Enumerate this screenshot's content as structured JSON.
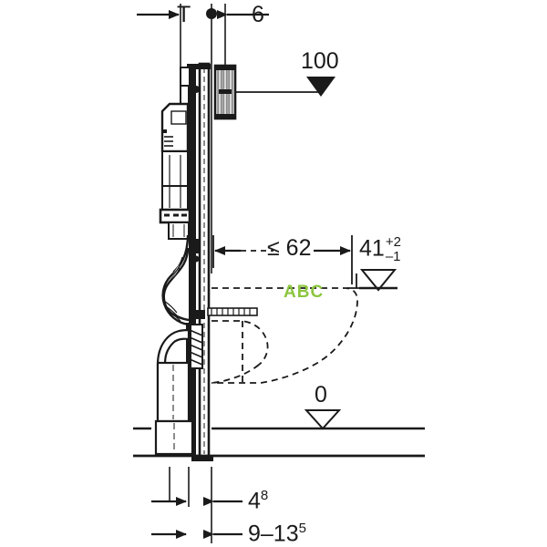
{
  "drawing": {
    "title": "Geberit Duofix WC frame element installation dimension drawing",
    "type": "technical-dimension-drawing",
    "units": "cm",
    "line_color": "#1a1a1a",
    "accent_color": "#8cc63f",
    "background": "#ffffff"
  },
  "dimensions": {
    "top_left_label": "T",
    "top_right_label": "6",
    "actuator_height_label": "100",
    "projection_label": "≤ 62",
    "seat_height_value": "41",
    "seat_height_tol_plus": "+2",
    "seat_height_tol_minus": "–1",
    "floor_datum_label": "0",
    "bottom_offset_value": "4",
    "bottom_offset_sup": "8",
    "waste_offset_value": "9–13",
    "waste_offset_sup": "5"
  },
  "annotations": {
    "bowl_marking": "ABC"
  },
  "symbols": {
    "level_filled": "filled-triangle-datum",
    "level_outline": "outline-triangle-datum",
    "centerline_dot": "centre-point-marker",
    "arrow": "dimension-arrow"
  }
}
